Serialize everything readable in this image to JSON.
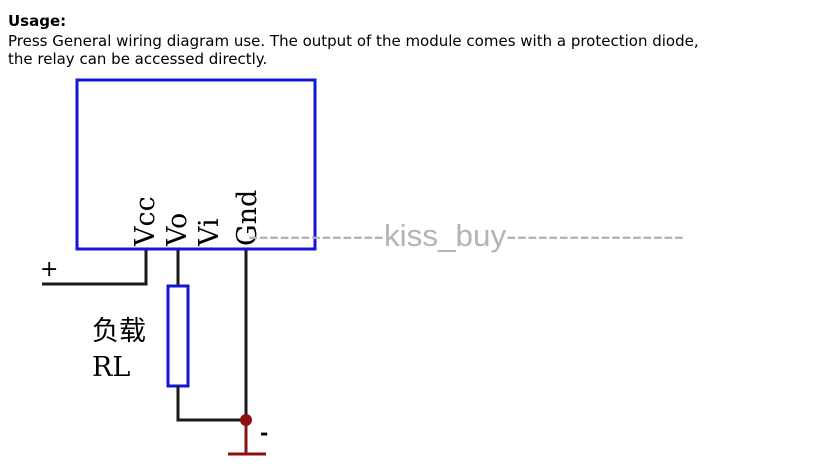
{
  "usage": {
    "title": "Usage:",
    "line1": "Press General wiring diagram use. The output of the module comes with a protection diode,",
    "line2": "the relay can be accessed directly."
  },
  "diagram": {
    "pins": [
      "Vcc",
      "Vo",
      "Vi",
      "Gnd"
    ],
    "plus": "+",
    "minus": "-",
    "load_cn": "负载",
    "load_rl": "RL",
    "watermark": "-------------kiss_buy-----------------"
  },
  "colors": {
    "module": "#1515d6",
    "wire": "#1a1a1a",
    "ground": "#8b1010"
  }
}
